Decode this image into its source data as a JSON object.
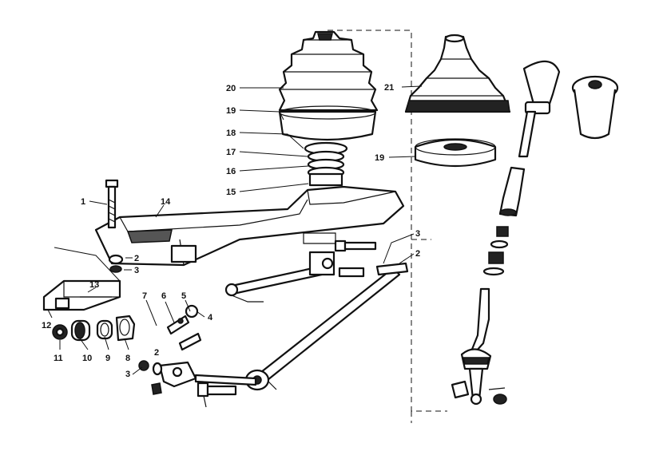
{
  "callouts": {
    "c1": "1",
    "c2a": "2",
    "c2b": "2",
    "c2c": "2",
    "c3a": "3",
    "c3b": "3",
    "c3c": "3",
    "c4": "4",
    "c5": "5",
    "c6": "6",
    "c7": "7",
    "c8": "8",
    "c9": "9",
    "c10": "10",
    "c11": "11",
    "c12": "12",
    "c13": "13",
    "c14": "14",
    "c15": "15",
    "c16": "16",
    "c17": "17",
    "c18": "18",
    "c19a": "19",
    "c19b": "19",
    "c20": "20",
    "c21": "21"
  },
  "colors": {
    "ink": "#111111",
    "background": "#ffffff"
  }
}
